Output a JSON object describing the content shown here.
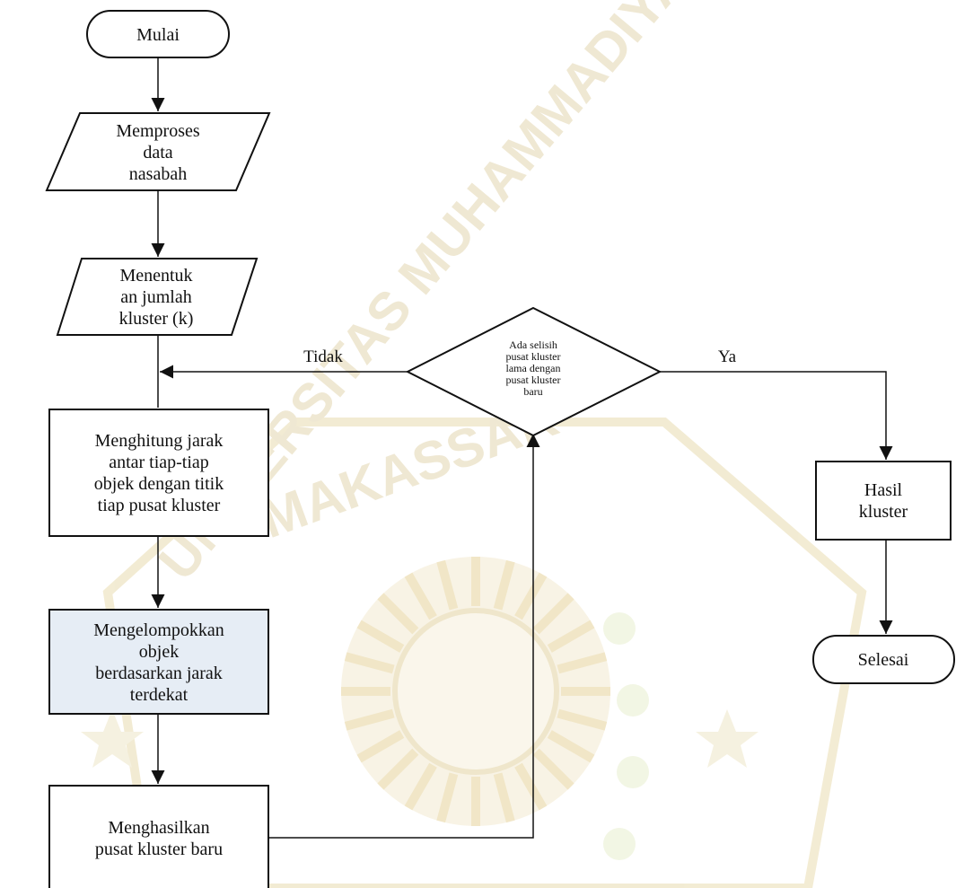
{
  "watermark": {
    "text_top": "UNIVERSITAS MUHAMMADIYAH",
    "text_mid": "MAKASSAR",
    "color": "#e9dcb0"
  },
  "nodes": {
    "mulai": {
      "lines": [
        "Mulai"
      ]
    },
    "memproses": {
      "lines": [
        "Memproses",
        "data",
        "nasabah"
      ]
    },
    "menentukan": {
      "lines": [
        "Menentuk",
        "an jumlah",
        "kluster (k)"
      ]
    },
    "menghitung": {
      "lines": [
        "Menghitung jarak",
        "antar tiap-tiap",
        "objek dengan titik",
        "tiap pusat kluster"
      ]
    },
    "mengelompokkan": {
      "lines": [
        "Mengelompokkan",
        "objek",
        "berdasarkan jarak",
        "terdekat"
      ]
    },
    "menghasilkan": {
      "lines": [
        "Menghasilkan",
        "pusat kluster baru"
      ]
    },
    "decision": {
      "lines": [
        "Ada selisih",
        "pusat kluster",
        "lama dengan",
        "pusat kluster",
        "baru"
      ]
    },
    "hasil": {
      "lines": [
        "Hasil",
        "kluster"
      ]
    },
    "selesai": {
      "lines": [
        "Selesai"
      ]
    }
  },
  "edge_labels": {
    "tidak": "Tidak",
    "ya": "Ya"
  },
  "colors": {
    "stroke": "#111111",
    "fill": "#ffffff",
    "watermark": "#e9dcb0"
  }
}
